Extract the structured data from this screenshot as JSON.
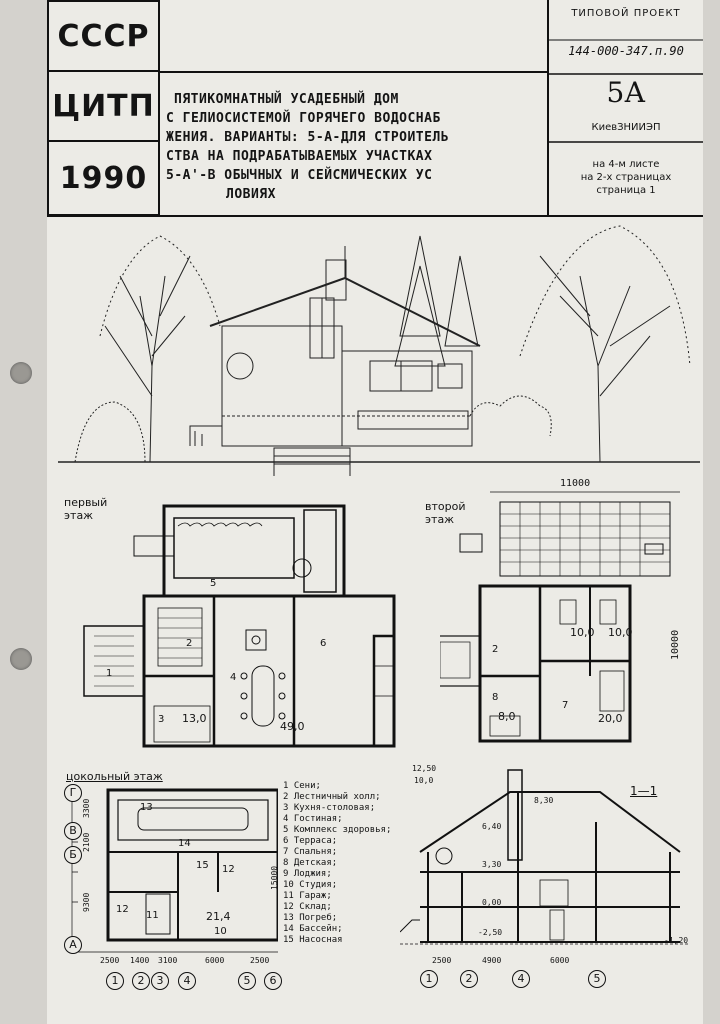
{
  "header": {
    "country": "СССР",
    "agency": "ЦИТП",
    "year": "1990",
    "project_label": "ТИПОВОЙ ПРОЕКТ",
    "project_number": "144-000-347.п.90",
    "sheet_code": "5А",
    "organization": "КиевЗНИИЭП",
    "sheet_info_lines": [
      "на 4-м листе",
      "на 2-х страницах",
      "страница 1"
    ]
  },
  "title_lines": [
    "ПЯТИКОМНАТНЫЙ УСАДЕБНЫЙ ДОМ",
    "С ГЕЛИОСИСТЕМОЙ ГОРЯЧЕГО ВОДОСНАБ",
    "ЖЕНИЯ. ВАРИАНТЫ: 5-А-ДЛЯ СТРОИТЕЛЬ",
    "СТВА НА ПОДРАБАТЫВАЕМЫХ УЧАСТКАХ",
    "5-А'-В ОБЫЧНЫХ И СЕЙСМИЧЕСКИХ УС",
    "ЛОВИЯХ"
  ],
  "first_floor": {
    "title_lines": [
      "первый",
      "этаж"
    ],
    "room_numbers": [
      "5",
      "2",
      "1",
      "3",
      "4",
      "6"
    ],
    "areas": [
      "13,0",
      "49,0"
    ]
  },
  "second_floor": {
    "title_lines": [
      "второй",
      "этаж"
    ],
    "width_dim": "11000",
    "depth_dim": "10000",
    "room_numbers": [
      "2",
      "8",
      "7"
    ],
    "areas": [
      "10,0",
      "10,0",
      "8,0",
      "20,0"
    ]
  },
  "basement": {
    "title": "цокольный этаж",
    "row_axes": [
      "Г",
      "В",
      "Б",
      "А"
    ],
    "col_axes": [
      "1",
      "2",
      "3",
      "4",
      "5",
      "6"
    ],
    "row_dims": [
      "3300",
      "2100",
      "9300"
    ],
    "col_dims": [
      "2500",
      "1400",
      "3100",
      "6000",
      "2500"
    ],
    "overall_dim": "15000",
    "room_numbers": [
      "13",
      "14",
      "15",
      "12",
      "12",
      "11",
      "10"
    ],
    "areas": [
      "21,4"
    ]
  },
  "legend": [
    "1 Сени;",
    "2 Лестничный холл;",
    "3 Кухня-столовая;",
    "4 Гостиная;",
    "5 Комплекс здоровья;",
    "6 Терраса;",
    "7 Спальня;",
    "8 Детская;",
    "9 Лоджия;",
    "10 Студия;",
    "11 Гараж;",
    "12 Склад;",
    "13 Погреб;",
    "14 Бассейн;",
    "15 Насосная"
  ],
  "section": {
    "title": "1—1",
    "levels": [
      "12,50",
      "10,0",
      "8,30",
      "6,40",
      "3,30",
      "0,00",
      "-2,50",
      "-1,20"
    ],
    "axes": [
      "1",
      "2",
      "4",
      "5"
    ],
    "dims": [
      "2500",
      "4900",
      "6000"
    ]
  }
}
